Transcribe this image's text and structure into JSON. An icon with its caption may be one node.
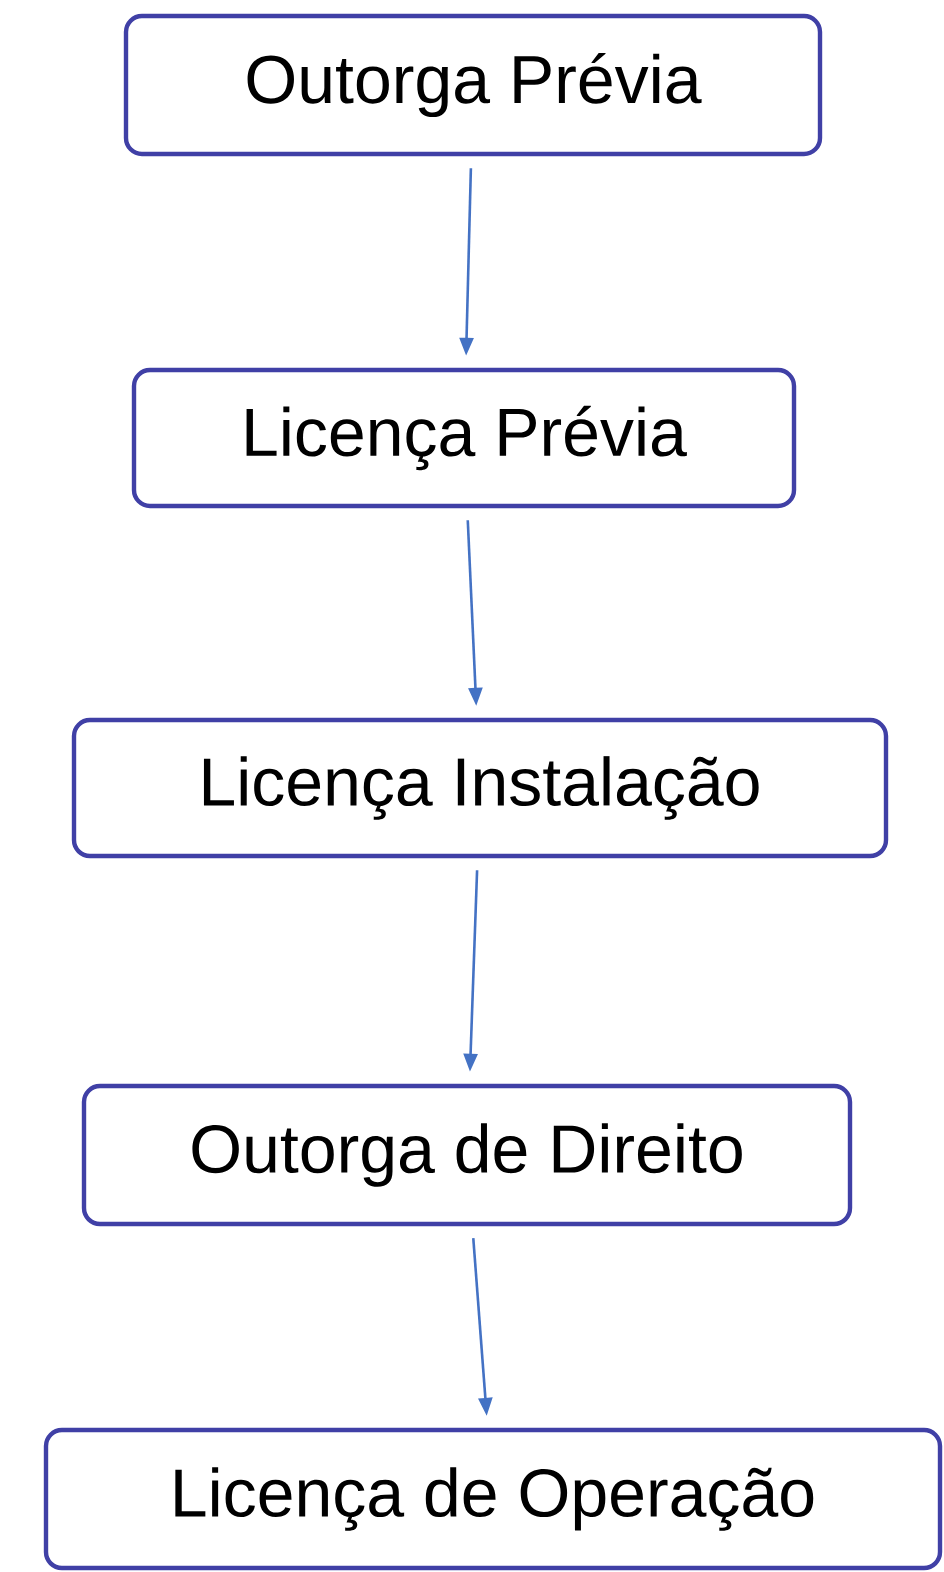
{
  "diagram": {
    "nodes": [
      {
        "text": [
          "Outorga Prévia"
        ]
      },
      {
        "text": [
          "Licença Prévia"
        ]
      },
      {
        "text": [
          "Licença Instalação"
        ]
      },
      {
        "text": [
          "Outorga de Direito"
        ]
      },
      {
        "text": [
          "Licença de Operação"
        ]
      }
    ],
    "edges": [
      {
        "from": 0,
        "to": 1,
        "arrow": "to"
      },
      {
        "from": 1,
        "to": 2,
        "arrow": "to"
      },
      {
        "from": 2,
        "to": 3,
        "arrow": "to"
      },
      {
        "from": 3,
        "to": 4,
        "arrow": "to"
      }
    ]
  }
}
